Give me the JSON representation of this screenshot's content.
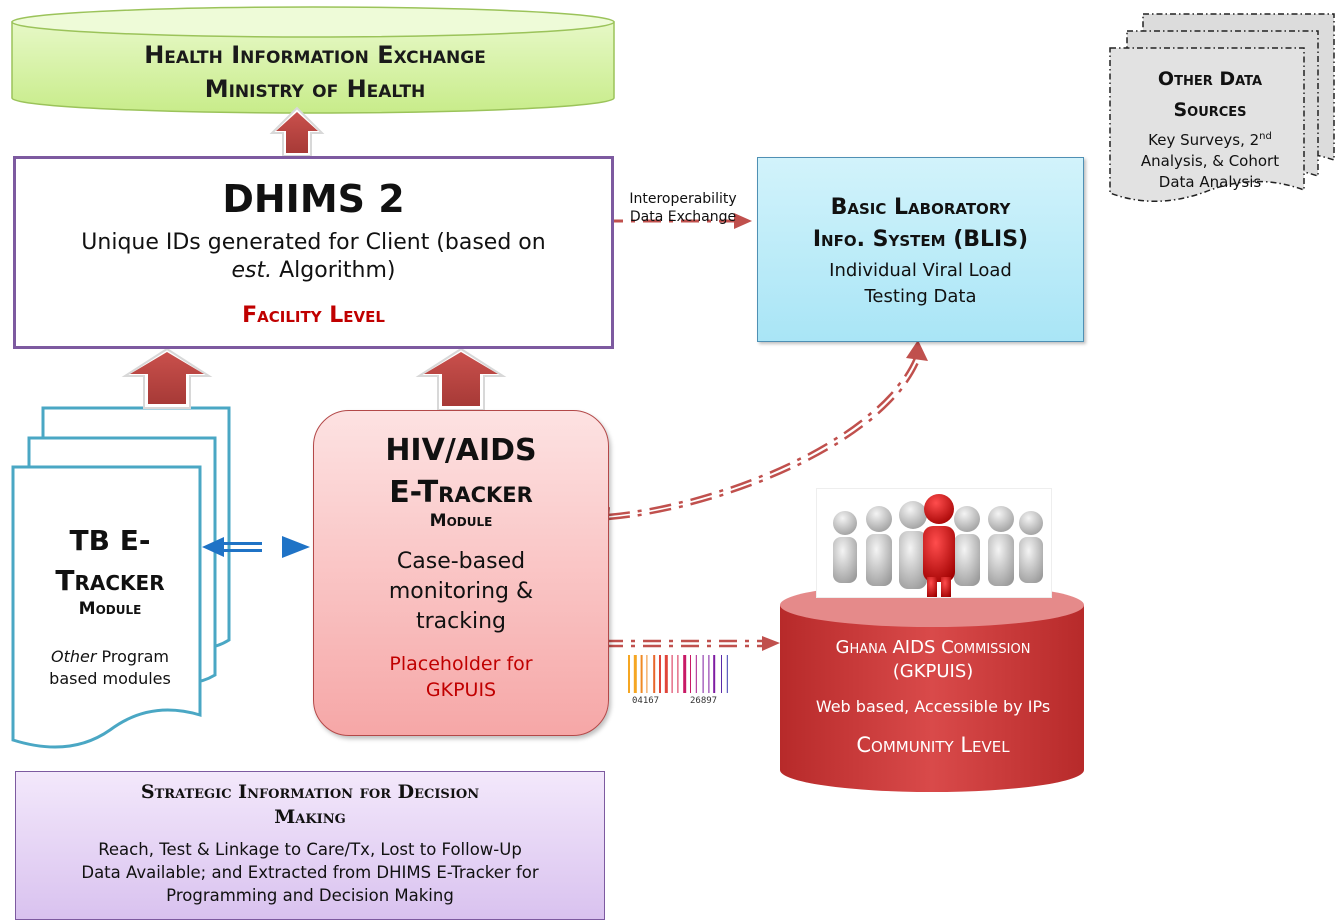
{
  "hie": {
    "line1": "Health Information Exchange",
    "line2": "Ministry of Health"
  },
  "dhims": {
    "title": "DHIMS 2",
    "subtitle_line1": "Unique IDs generated for Client (based on",
    "subtitle_est": "est.",
    "subtitle_line2_rest": " Algorithm)",
    "level": "Facility Level"
  },
  "interop": {
    "line1": "Interoperability",
    "line2": "Data Exchange"
  },
  "blis": {
    "title_line1": "Basic Laboratory",
    "title_line2": "Info. System (BLIS)",
    "sub_line1": "Individual Viral Load",
    "sub_line2": "Testing Data"
  },
  "other_sources": {
    "title_line1": "Other Data",
    "title_line2": "Sources",
    "desc_line1_a": "Key Surveys, 2",
    "desc_line1_sup": "nd",
    "desc_line2": "Analysis, & Cohort",
    "desc_line3": "Data Analysis"
  },
  "hiv": {
    "title_line1": "HIV/AIDS",
    "title_line2": "E-Tracker",
    "module": "Module",
    "desc_line1": "Case-based",
    "desc_line2": "monitoring &",
    "desc_line3": "tracking",
    "placeholder_line1": "Placeholder for",
    "placeholder_line2": "GKPUIS"
  },
  "tb": {
    "title_line1": "TB E-",
    "title_line2": "Tracker",
    "module": "Module",
    "other_em": "Other",
    "other_rest": " Program",
    "other_line2": "based modules"
  },
  "ghana_aids": {
    "title_line1": "Ghana AIDS Commission",
    "title_line2": "(GKPUIS)",
    "web": "Web based, Accessible by IPs",
    "level": "Community Level"
  },
  "barcode": {
    "digits_left": "04167",
    "digits_right": "26897"
  },
  "strategic": {
    "title_line1": "Strategic Information for Decision",
    "title_line2": "Making",
    "desc_line1": "Reach, Test & Linkage to Care/Tx,  Lost to Follow-Up",
    "desc_line2": "Data Available; and Extracted from DHIMS E-Tracker for",
    "desc_line3": "Programming and Decision Making"
  },
  "colors": {
    "arrow_red": "#c0504d",
    "arrow_blue": "#1f73c6",
    "dhims_border": "#7d5aa0",
    "level_red": "#c00000",
    "blis_fill": "#b7ebf8",
    "hie_fill": "#d3f29e"
  },
  "icons": {
    "people": "people-group-icon",
    "barcode": "barcode-icon"
  }
}
